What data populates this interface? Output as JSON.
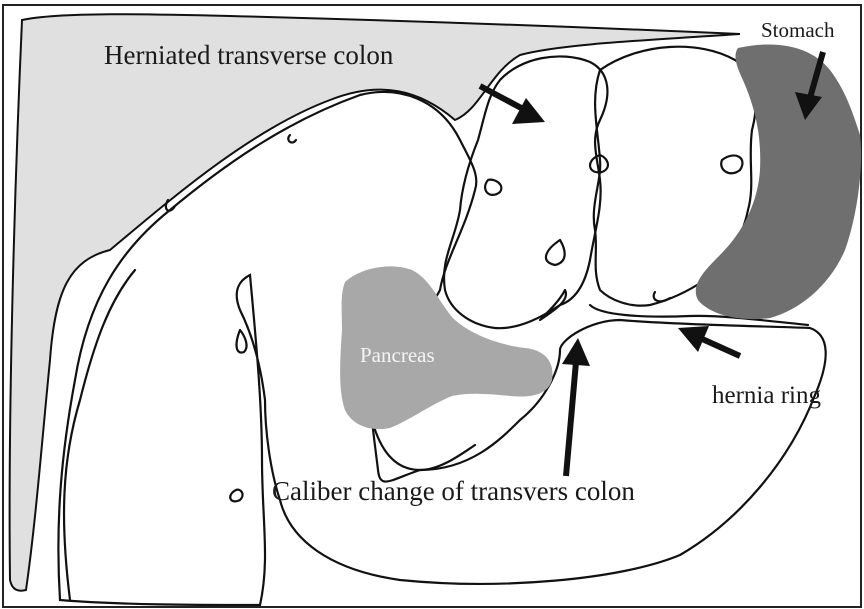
{
  "labels": {
    "herniated_colon": "Herniated transverse colon",
    "stomach": "Stomach",
    "pancreas": "Pancreas",
    "hernia_ring": "hernia ring",
    "caliber_change": "Caliber change of transvers colon"
  },
  "colors": {
    "background": "#ffffff",
    "light_region": "#e0e0e0",
    "stomach": "#6f6f6f",
    "pancreas": "#a8a8a8",
    "outline": "#111111"
  }
}
